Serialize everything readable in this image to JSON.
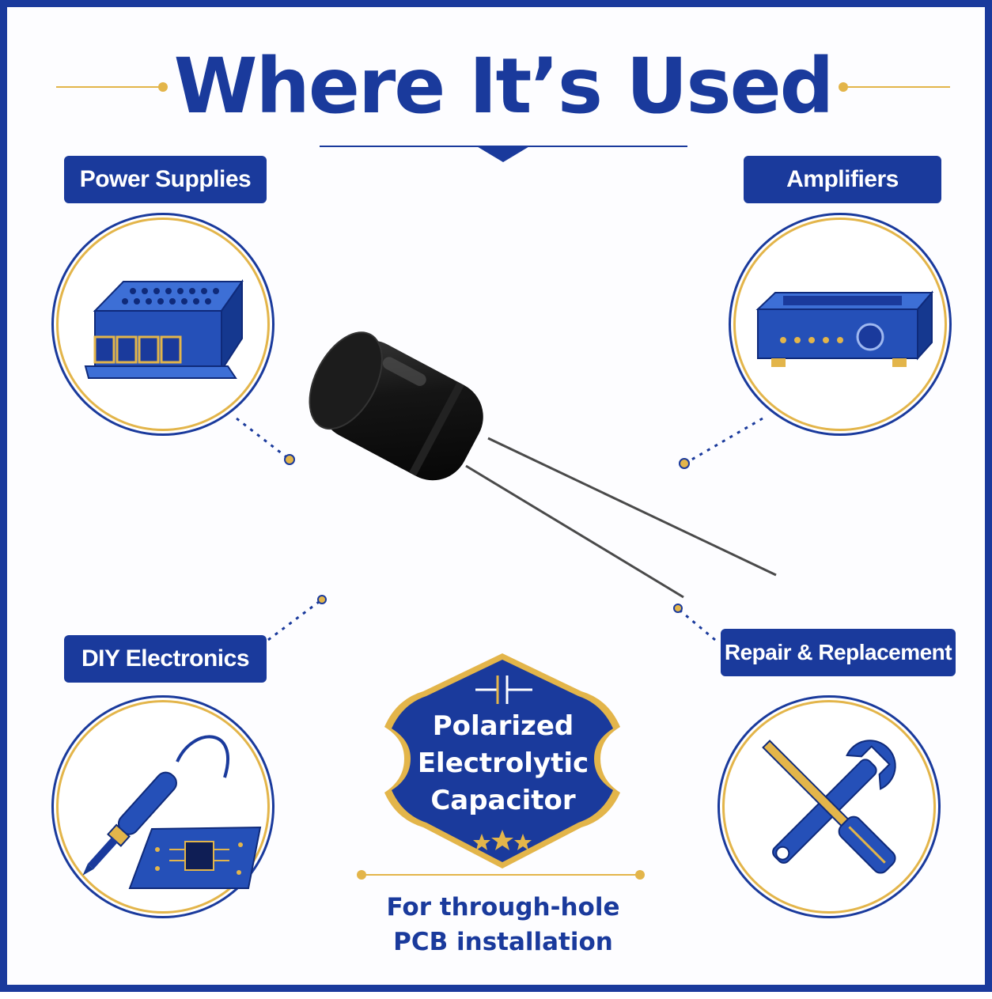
{
  "title": "Where It’s Used",
  "categories": {
    "power_supplies": "Power Supplies",
    "amplifiers": "Amplifiers",
    "diy_electronics": "DIY Electronics",
    "repair_replacement": "Repair & Replacement"
  },
  "badge": {
    "line1": "Polarized",
    "line2": "Electrolytic",
    "line3": "Capacitor"
  },
  "installation": {
    "line1": "For through-hole",
    "line2": "PCB installation"
  },
  "colors": {
    "primary_blue": "#1a3a9c",
    "accent_gold": "#e3b54a",
    "capacitor_black": "#151515"
  },
  "icons": [
    "power-supply-icon",
    "amplifier-icon",
    "soldering-iron-icon",
    "pcb-chip-icon",
    "wrench-icon",
    "screwdriver-icon",
    "capacitor-symbol-icon",
    "star-icon"
  ]
}
